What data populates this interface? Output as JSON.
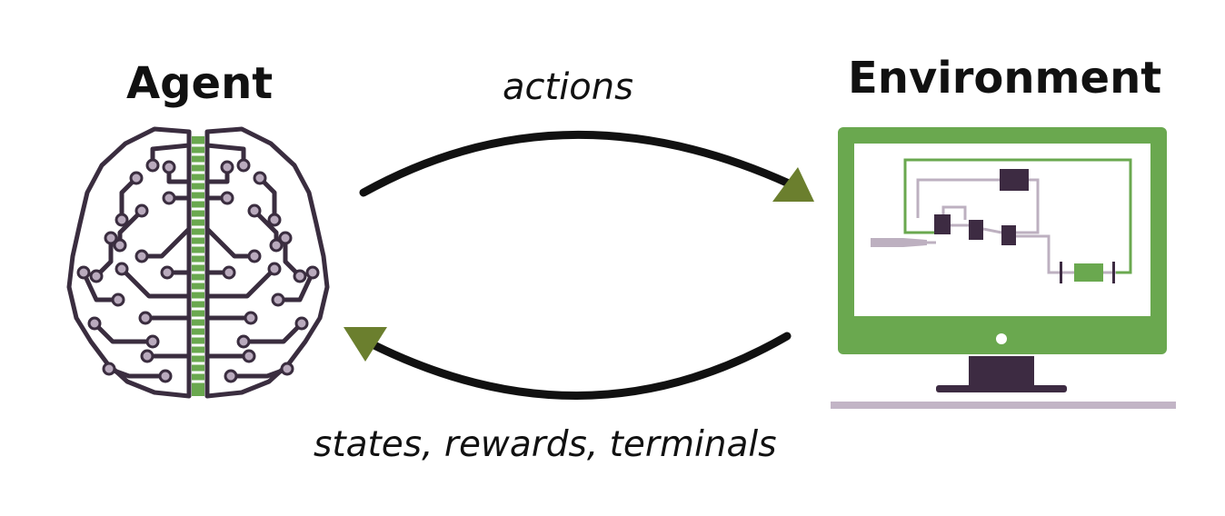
{
  "diagram": {
    "agent_label": "Agent",
    "environment_label": "Environment",
    "actions_label": "actions",
    "feedback_label": "states, rewards, terminals"
  },
  "colors": {
    "accent_green": "#6aa84f",
    "arrow_olive": "#6b7f2e",
    "brain_outline": "#3a2d3f",
    "node_fill": "#b9aabd",
    "monitor_green": "#6aa84f",
    "screen_white": "#ffffff",
    "flow_gray": "#bdb0c0",
    "block_dark": "#3d2b42",
    "shadow_gray": "#c2b5c6"
  },
  "icons": {
    "agent": "brain-circuit-icon",
    "environment": "computer-monitor-icon"
  }
}
